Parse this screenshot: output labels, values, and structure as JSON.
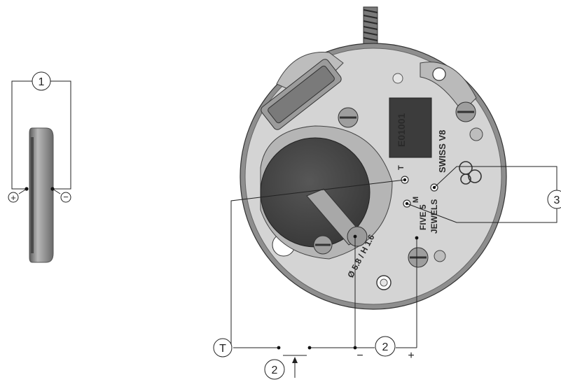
{
  "callouts": {
    "one": "1",
    "two_top": "2",
    "two_bottom": "2",
    "three": "3",
    "t": "T"
  },
  "signs": {
    "plus_left": "+",
    "minus_left": "−",
    "minus_bottom": "−",
    "plus_bottom": "+"
  },
  "engraving": {
    "code": "E01001",
    "brand": "SWISS V8",
    "jewels_1": "FIVE 5",
    "jewels_2": "JEWELS",
    "battery_size": "Ø 5.8 / H 1.6",
    "t_mark": "T",
    "m_mark": "M"
  },
  "colors": {
    "plate": "#d4d4d4",
    "rim": "#8a8a8a",
    "battery": "#4a4a4a",
    "chip": "#3c3c3c",
    "line": "#222222"
  }
}
